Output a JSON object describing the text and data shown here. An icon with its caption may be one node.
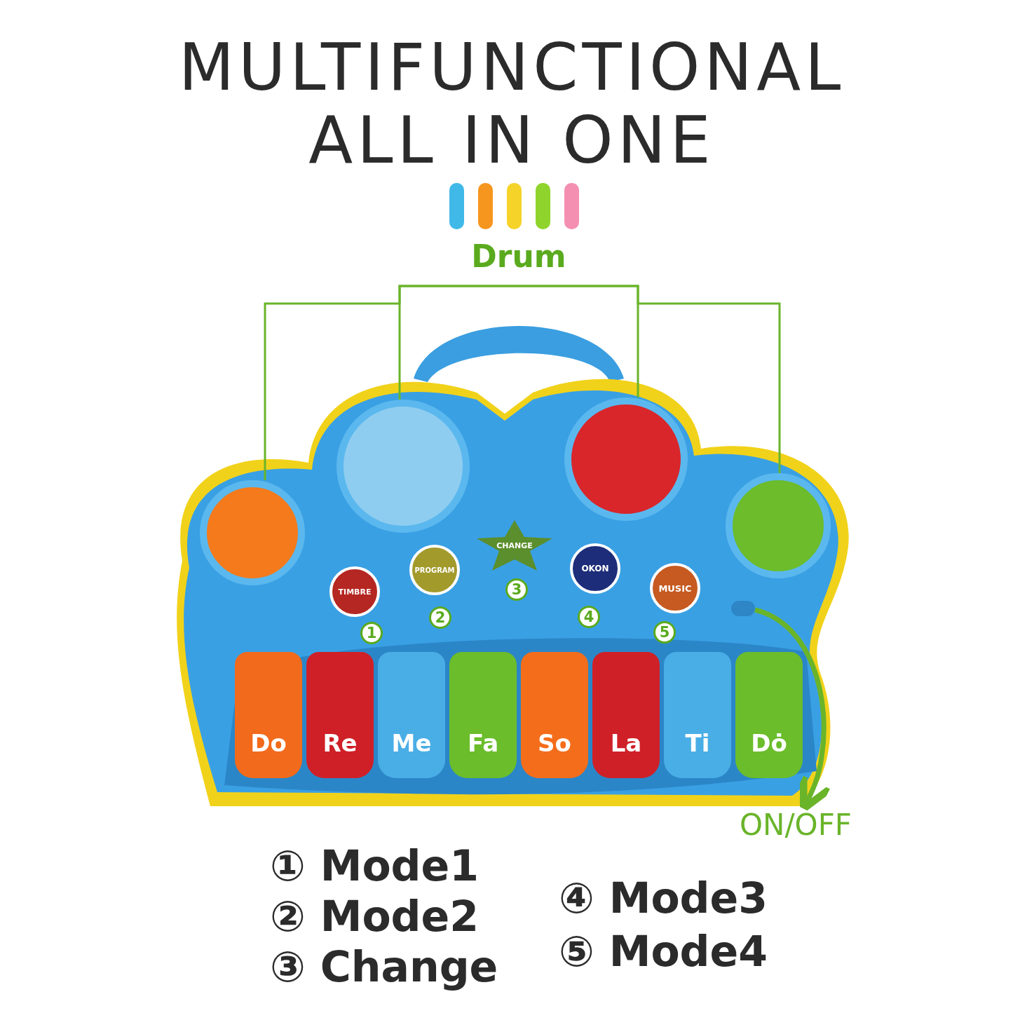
{
  "diagram": {
    "title": "MULTIFUNCTIONAL ALL IN ONE",
    "nodes": [
      {
        "text": [
          "Drum"
        ]
      },
      {
        "text": [],
        "shape": "circle"
      },
      {
        "text": [],
        "shape": "circle"
      },
      {
        "text": [],
        "shape": "circle"
      },
      {
        "text": [],
        "shape": "circle"
      },
      {
        "text": [
          "CHANGE"
        ]
      },
      {
        "text": [
          "PROGRAM"
        ]
      },
      {
        "text": [
          "OKON"
        ]
      },
      {
        "text": [
          "MUSIC"
        ]
      },
      {
        "text": [
          "TIMBRE"
        ]
      },
      {
        "text": [],
        "shape": "box"
      },
      {
        "text": [
          "Do"
        ]
      },
      {
        "text": [
          "Re"
        ]
      },
      {
        "text": [
          "Me"
        ]
      },
      {
        "text": [
          "Fa"
        ]
      },
      {
        "text": [
          "So"
        ]
      },
      {
        "text": [
          "La"
        ]
      },
      {
        "text": [
          "Ti"
        ]
      },
      {
        "text": [
          "Dȯ"
        ]
      },
      {
        "text": [
          "ON/OFF"
        ]
      }
    ],
    "edges": [
      {
        "from": 0,
        "to": 1,
        "arrow": "none"
      },
      {
        "from": 0,
        "to": 2,
        "arrow": "none"
      },
      {
        "from": 0,
        "to": 3,
        "arrow": "none"
      },
      {
        "from": 0,
        "to": 4,
        "arrow": "none"
      },
      {
        "from": 10,
        "to": 19,
        "arrow": "to",
        "style": "thick"
      }
    ],
    "labels": [
      "3",
      "2",
      "4",
      "1",
      "5",
      "① Mode1",
      "② Mode2",
      "③ Change",
      "④ Mode3",
      "⑤ Mode4"
    ]
  }
}
